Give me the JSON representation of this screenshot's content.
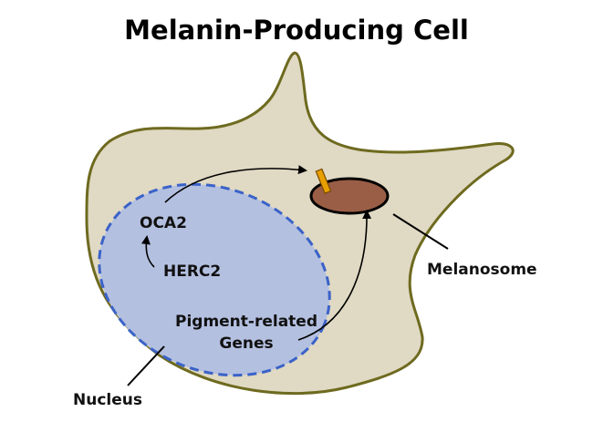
{
  "title": "Melanin-Producing Cell",
  "labels": {
    "oca2": "OCA2",
    "herc2": "HERC2",
    "pigment_line1": "Pigment-related",
    "pigment_line2": "Genes",
    "melanosome": "Melanosome",
    "nucleus": "Nucleus"
  },
  "colors": {
    "cell_fill": "#e0d9c3",
    "cell_stroke": "#6e6a1f",
    "nucleus_fill": "#b4c0e0",
    "nucleus_stroke": "#3a62c8",
    "melanosome_fill": "#9a5e46",
    "protein_fill": "#e8a000"
  }
}
